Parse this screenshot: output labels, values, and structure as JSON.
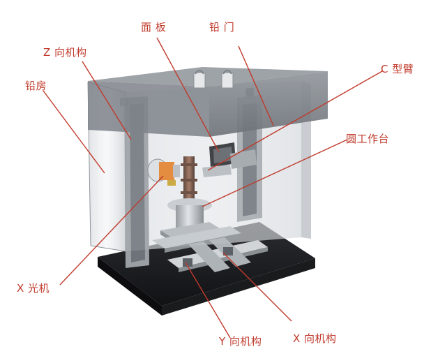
{
  "labels": {
    "panel": "面 板",
    "lead_door": "铅 门",
    "z_mechanism": "Z 向机构",
    "lead_room": "铅房",
    "c_arm": "C 型臂",
    "round_table": "圆工作台",
    "x_tube": "X 光机",
    "y_mechanism": "Y 向机构",
    "x_mechanism": "X 向机构"
  },
  "colors": {
    "label": "#c0392b",
    "leader": "#c0392b",
    "enclosure": "#9aa0a6",
    "base": "#1f1f22",
    "frame": "#8c9196",
    "tube_accent": "#e67e22",
    "detector": "#6b4a3a"
  }
}
